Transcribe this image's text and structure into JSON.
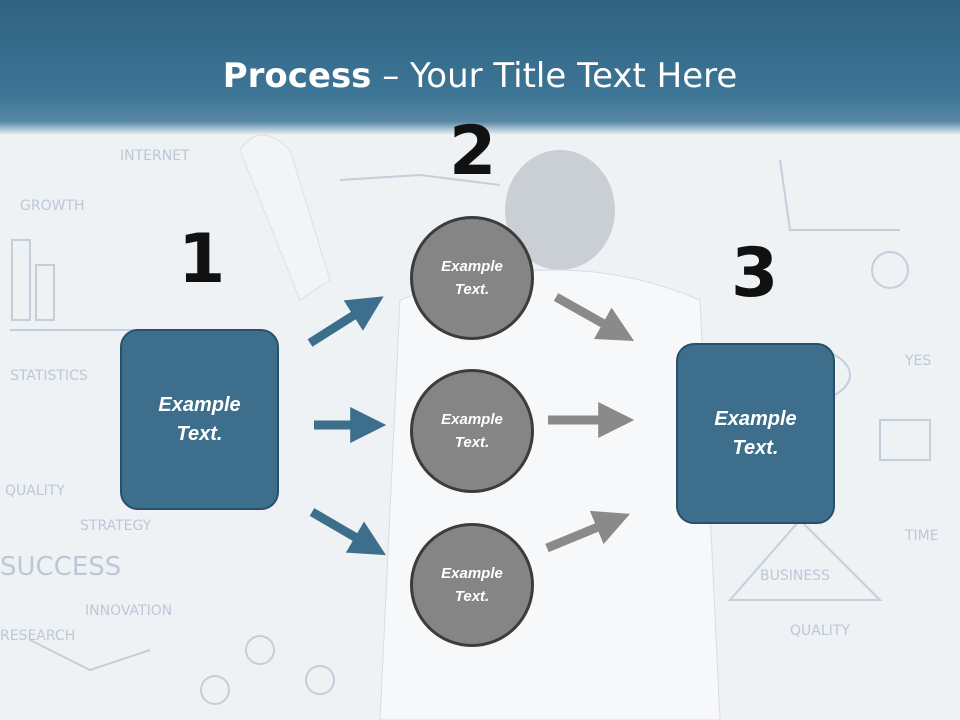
{
  "slide": {
    "title_bold": "Process",
    "title_rest": " – Your Title Text Here"
  },
  "steps": {
    "num1": "1",
    "num2": "2",
    "num3": "3"
  },
  "left_box": {
    "text_line1": "Example",
    "text_line2": "Text."
  },
  "right_box": {
    "text_line1": "Example",
    "text_line2": "Text."
  },
  "circles": [
    {
      "line1": "Example",
      "line2": "Text."
    },
    {
      "line1": "Example",
      "line2": "Text."
    },
    {
      "line1": "Example",
      "line2": "Text."
    }
  ],
  "colors": {
    "header": "#3d7596",
    "box_fill": "#3d6f8c",
    "circle_fill": "#858585",
    "arrow_blue": "#3d6f8c",
    "arrow_gray": "#8a8a8a"
  }
}
